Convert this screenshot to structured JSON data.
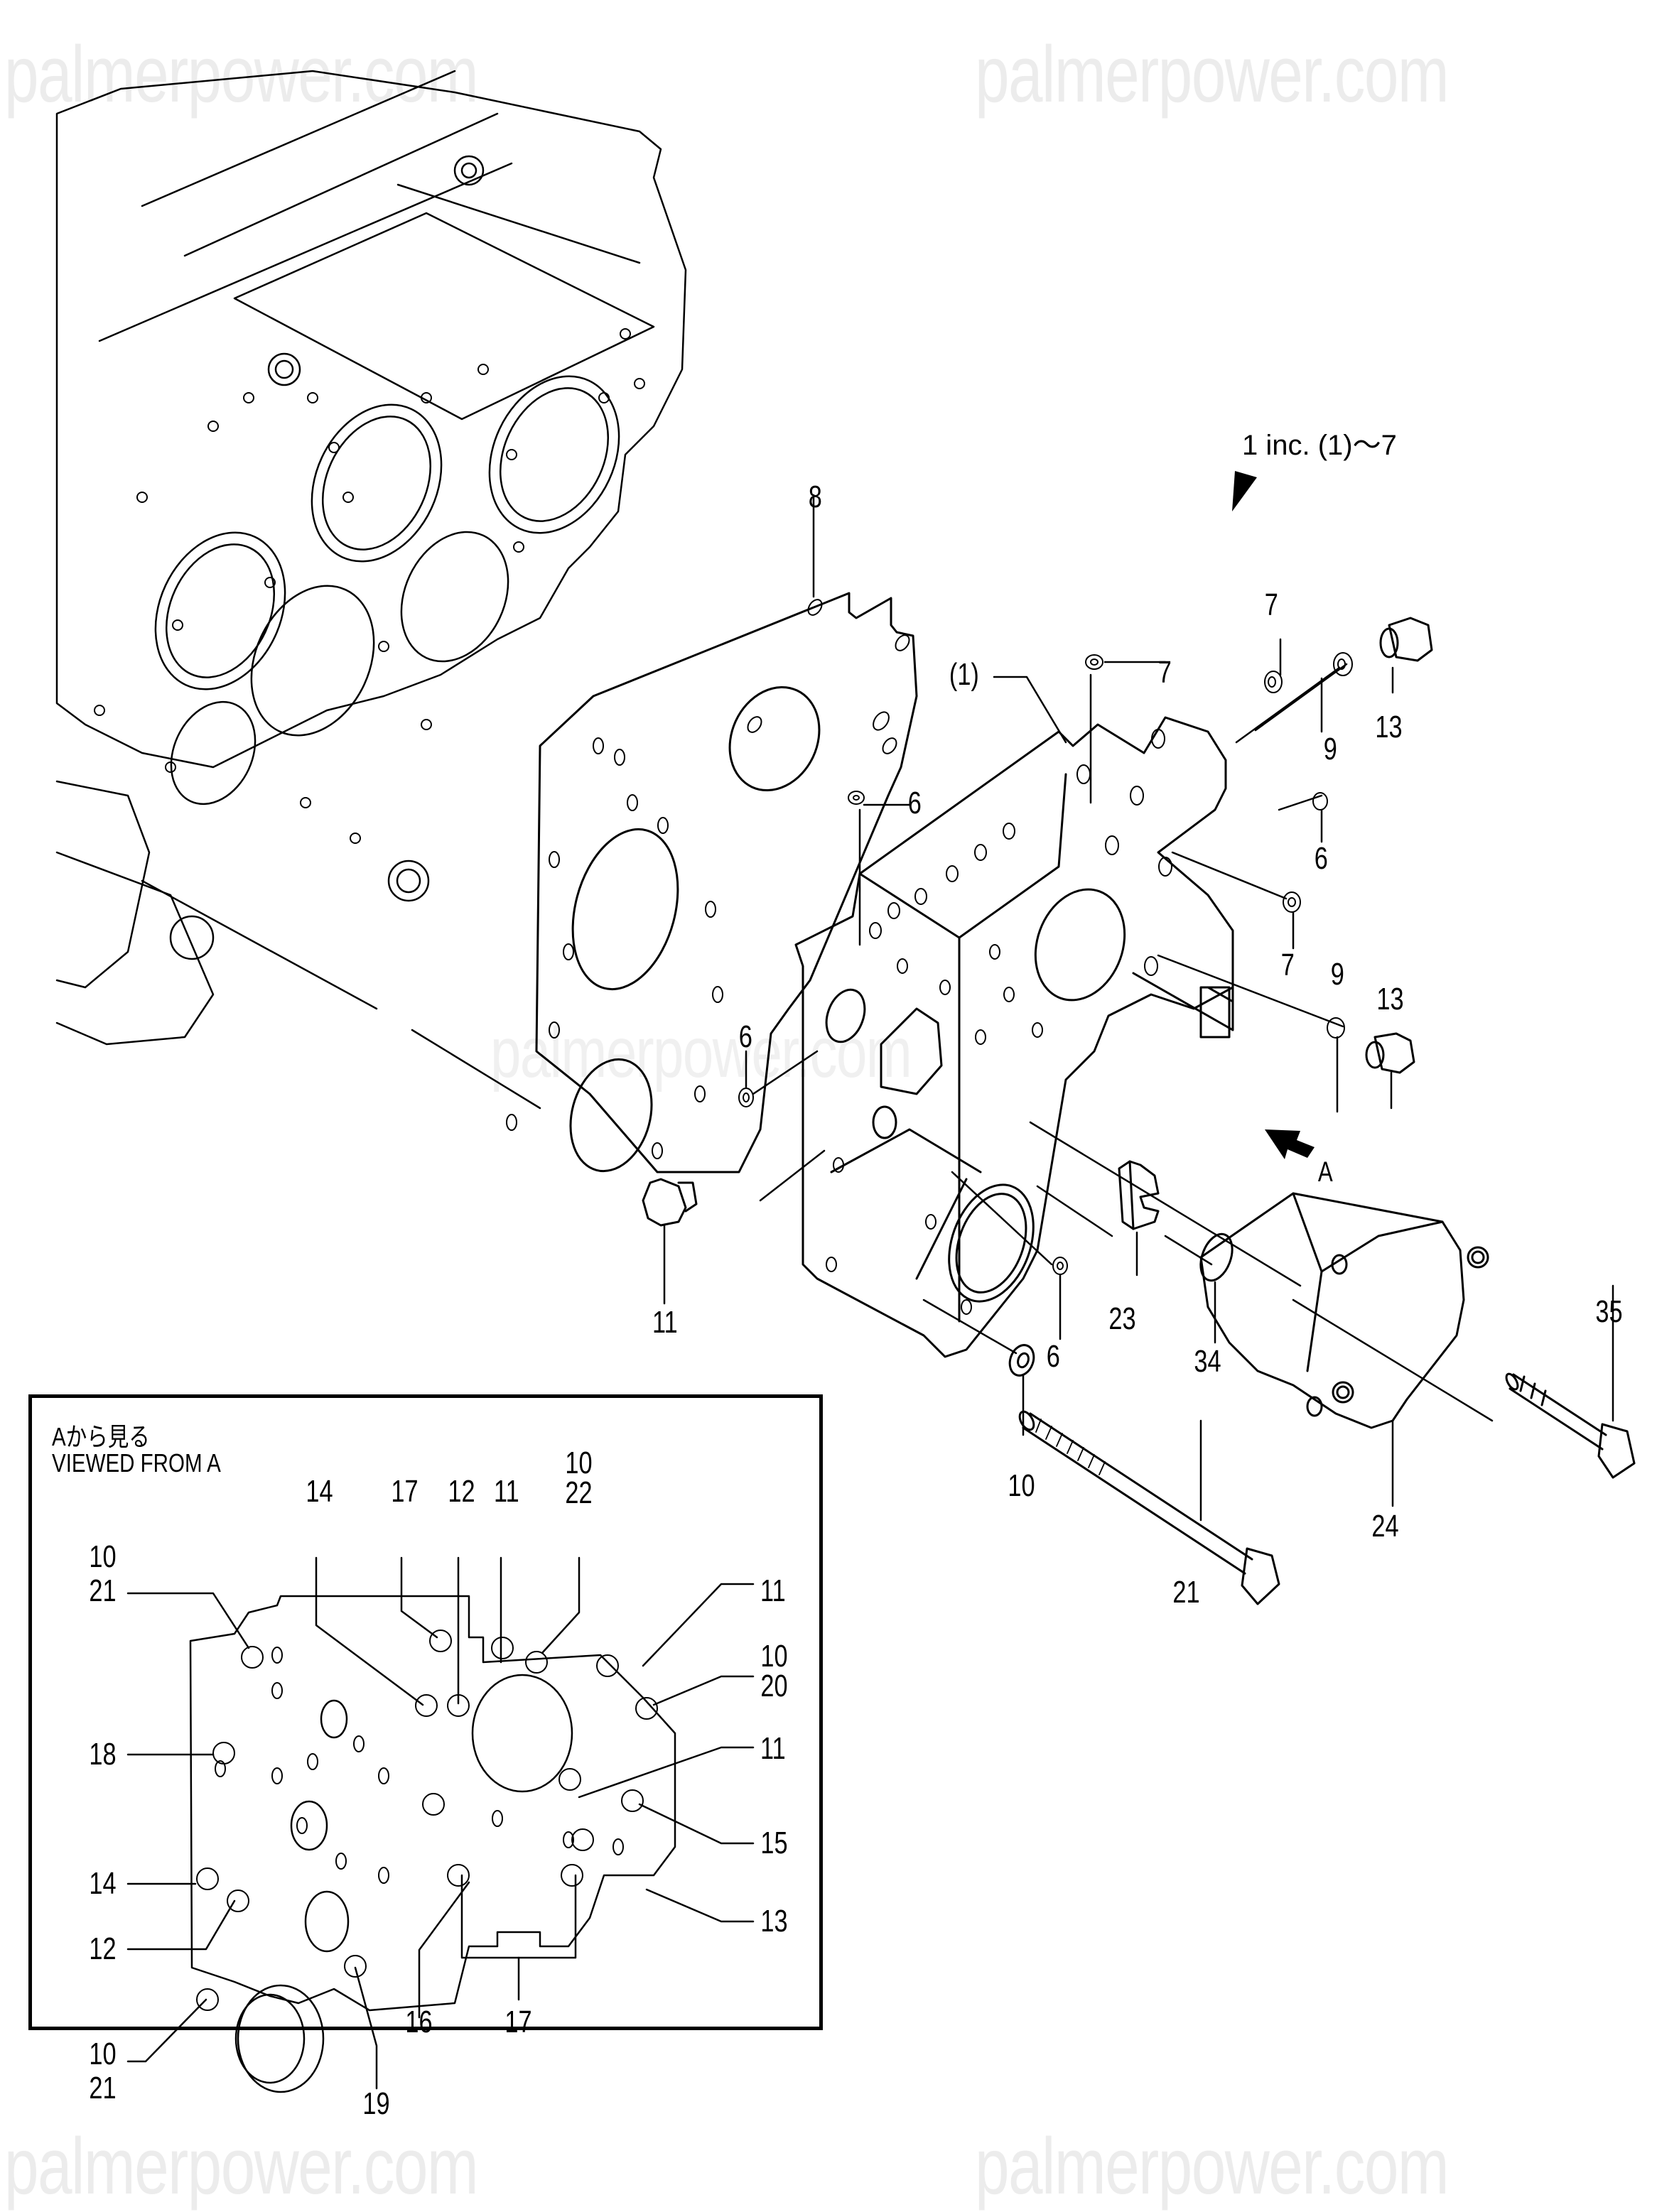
{
  "watermarks": [
    "palmerpower.com",
    "palmerpower.com",
    "palmerpower.com",
    "palmerpower.com",
    "palmerpower.com"
  ],
  "assembly_note": "1 inc. (1)～7",
  "view_marker": "A",
  "main_labels": {
    "l8": "8",
    "l1": "(1)",
    "l7a": "7",
    "l7b": "7",
    "l7c": "7",
    "l9a": "9",
    "l9b": "9",
    "l13a": "13",
    "l13b": "13",
    "l6a": "6",
    "l6b": "6",
    "l6c": "6",
    "l6d": "6",
    "l11": "11",
    "l23": "23",
    "l34": "34",
    "l35": "35",
    "l10": "10",
    "l24": "24",
    "l21": "21"
  },
  "inset": {
    "title_jp": "Aから見る",
    "title_en": "VIEWED FROM A",
    "labels": {
      "l14top": "14",
      "l17top": "17",
      "l12top": "12",
      "l11top": "11",
      "l10_22a": "10",
      "l10_22b": "22",
      "l10_21a": "10",
      "l10_21b": "21",
      "l11r1": "11",
      "l10_20a": "10",
      "l10_20b": "20",
      "l18": "18",
      "l11r2": "11",
      "l15": "15",
      "l14": "14",
      "l13": "13",
      "l12": "12",
      "l16": "16",
      "l17": "17",
      "l10_21c": "10",
      "l10_21d": "21",
      "l19": "19"
    }
  }
}
